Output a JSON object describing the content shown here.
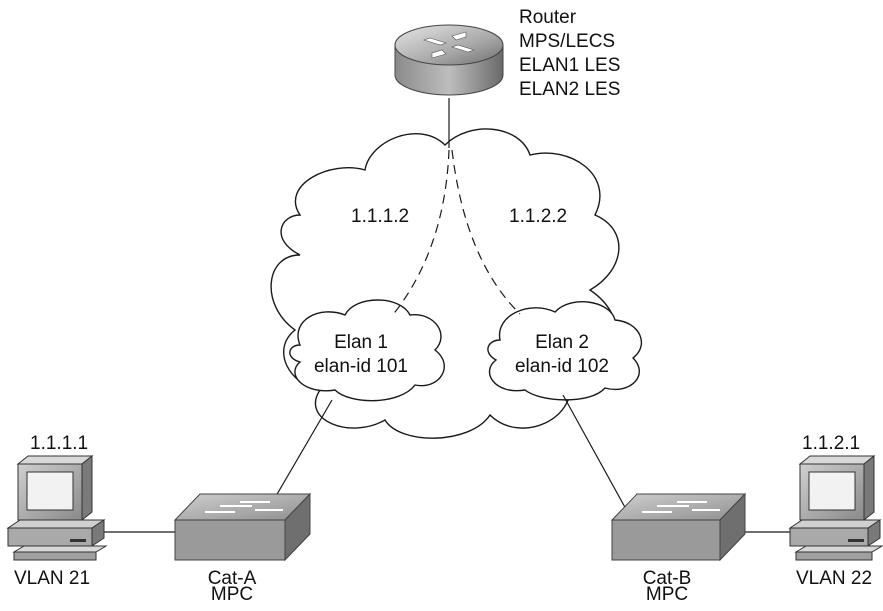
{
  "router": {
    "labels": [
      "Router",
      "MPS/LECS",
      "ELAN1 LES",
      "ELAN2 LES"
    ]
  },
  "network": {
    "link_left": "1.1.1.2",
    "link_right": "1.1.2.2"
  },
  "elan1": {
    "line1": "Elan 1",
    "line2": "elan-id 101"
  },
  "elan2": {
    "line1": "Elan 2",
    "line2": "elan-id 102"
  },
  "host_left": {
    "ip": "1.1.1.1",
    "vlan": "VLAN 21"
  },
  "host_right": {
    "ip": "1.1.2.1",
    "vlan": "VLAN 22"
  },
  "switch_left": {
    "name": "Cat-A",
    "role": "MPC"
  },
  "switch_right": {
    "name": "Cat-B",
    "role": "MPC"
  }
}
